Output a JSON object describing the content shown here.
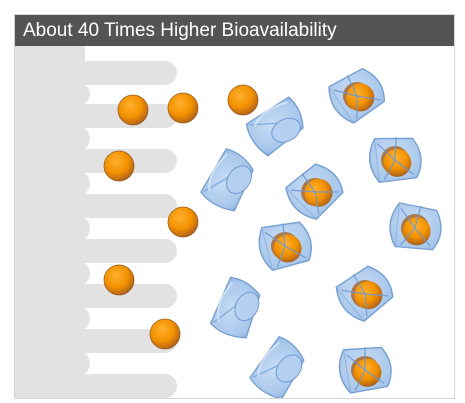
{
  "header": {
    "title": "About 40 Times Higher Bioavailability"
  },
  "colors": {
    "header_bg": "#545454",
    "membrane": "#e2e2e2",
    "molecule": "#f39200",
    "molecule_shadow": "#a8672b",
    "cyclodextrin": "#a8c8ec",
    "cyclodextrin_edge": "#5e8fc9"
  },
  "icons": {
    "membrane": "intestinal-villi-membrane",
    "free_molecule": "orange-sphere",
    "complex": "cyclodextrin-cone-with-molecule",
    "empty_carrier": "empty-cyclodextrin-cone"
  }
}
